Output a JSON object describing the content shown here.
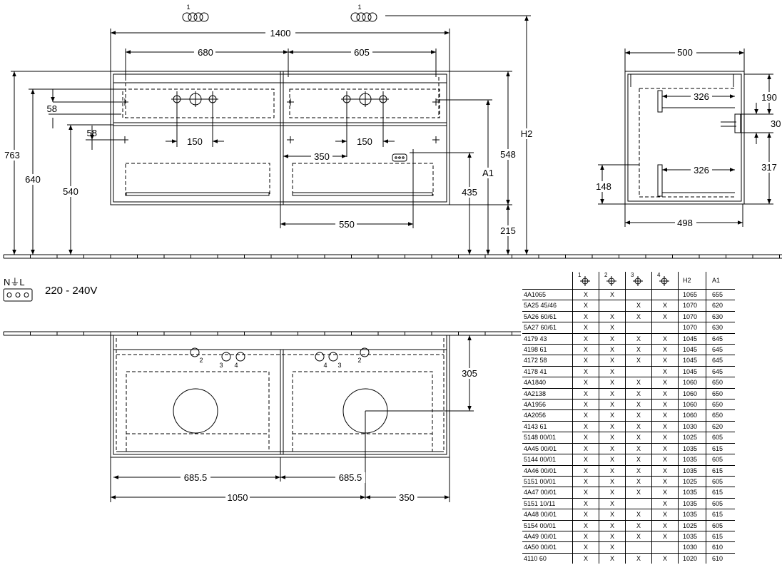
{
  "front_view": {
    "dims": {
      "total_width": "1400",
      "left_basin_width": "680",
      "right_basin_width": "605",
      "left_hole_spacing": "150",
      "right_hole_spacing": "150",
      "left_offset_top": "58",
      "left_offset_mid": "58",
      "socket_offset": "350",
      "socket_width": "550",
      "height_total": "763",
      "height_640": "640",
      "height_540": "540",
      "height_435": "435",
      "height_a1": "A1",
      "height_548": "548",
      "height_h2": "H2",
      "height_215": "215"
    },
    "callouts": {
      "left": "1",
      "right": "1"
    }
  },
  "side_view": {
    "dims": {
      "depth_top": "500",
      "depth_bottom": "498",
      "drawer_top": "326",
      "drawer_bottom": "326",
      "height_190": "190",
      "height_30": "30",
      "height_317": "317",
      "height_148": "148"
    }
  },
  "electrical": {
    "symbol_label": "N⏚L",
    "voltage": "220 - 240V"
  },
  "top_view": {
    "dims": {
      "depth": "305",
      "left_center": "685.5",
      "right_center": "685.5",
      "width_1050": "1050",
      "width_350": "350"
    },
    "hole_labels": {
      "l2": "2",
      "l3": "3",
      "l4": "4",
      "r4": "4",
      "r3": "3",
      "r2": "2"
    }
  },
  "table": {
    "headers": {
      "c1": "1",
      "c2": "2",
      "c3": "3",
      "c4": "4",
      "h2": "H2",
      "a1": "A1"
    },
    "rows": [
      {
        "model": "4A1065",
        "c1": "X",
        "c2": "X",
        "c3": "",
        "c4": "",
        "h2": "1065",
        "a1": "655"
      },
      {
        "model": "5A25 45/46",
        "c1": "X",
        "c2": "",
        "c3": "X",
        "c4": "X",
        "h2": "1070",
        "a1": "620"
      },
      {
        "model": "5A26 60/61",
        "c1": "X",
        "c2": "X",
        "c3": "X",
        "c4": "X",
        "h2": "1070",
        "a1": "630"
      },
      {
        "model": "5A27 60/61",
        "c1": "X",
        "c2": "X",
        "c3": "",
        "c4": "",
        "h2": "1070",
        "a1": "630"
      },
      {
        "model": "4179 43",
        "c1": "X",
        "c2": "X",
        "c3": "X",
        "c4": "X",
        "h2": "1045",
        "a1": "645"
      },
      {
        "model": "4198 61",
        "c1": "X",
        "c2": "X",
        "c3": "X",
        "c4": "X",
        "h2": "1045",
        "a1": "645"
      },
      {
        "model": "4172 58",
        "c1": "X",
        "c2": "X",
        "c3": "X",
        "c4": "X",
        "h2": "1045",
        "a1": "645"
      },
      {
        "model": "4178 41",
        "c1": "X",
        "c2": "X",
        "c3": "",
        "c4": "X",
        "h2": "1045",
        "a1": "645"
      },
      {
        "model": "4A1840",
        "c1": "X",
        "c2": "X",
        "c3": "X",
        "c4": "X",
        "h2": "1060",
        "a1": "650"
      },
      {
        "model": "4A2138",
        "c1": "X",
        "c2": "X",
        "c3": "X",
        "c4": "X",
        "h2": "1060",
        "a1": "650"
      },
      {
        "model": "4A1956",
        "c1": "X",
        "c2": "X",
        "c3": "X",
        "c4": "X",
        "h2": "1060",
        "a1": "650"
      },
      {
        "model": "4A2056",
        "c1": "X",
        "c2": "X",
        "c3": "X",
        "c4": "X",
        "h2": "1060",
        "a1": "650"
      },
      {
        "model": "4143 61",
        "c1": "X",
        "c2": "X",
        "c3": "X",
        "c4": "X",
        "h2": "1030",
        "a1": "620"
      },
      {
        "model": "5148 00/01",
        "c1": "X",
        "c2": "X",
        "c3": "X",
        "c4": "X",
        "h2": "1025",
        "a1": "605"
      },
      {
        "model": "4A45 00/01",
        "c1": "X",
        "c2": "X",
        "c3": "X",
        "c4": "X",
        "h2": "1035",
        "a1": "615"
      },
      {
        "model": "5144 00/01",
        "c1": "X",
        "c2": "X",
        "c3": "X",
        "c4": "X",
        "h2": "1035",
        "a1": "605"
      },
      {
        "model": "4A46 00/01",
        "c1": "X",
        "c2": "X",
        "c3": "X",
        "c4": "X",
        "h2": "1035",
        "a1": "615"
      },
      {
        "model": "5151 00/01",
        "c1": "X",
        "c2": "X",
        "c3": "X",
        "c4": "X",
        "h2": "1025",
        "a1": "605"
      },
      {
        "model": "4A47 00/01",
        "c1": "X",
        "c2": "X",
        "c3": "X",
        "c4": "X",
        "h2": "1035",
        "a1": "615"
      },
      {
        "model": "5151 10/11",
        "c1": "X",
        "c2": "X",
        "c3": "",
        "c4": "X",
        "h2": "1035",
        "a1": "605"
      },
      {
        "model": "4A48 00/01",
        "c1": "X",
        "c2": "X",
        "c3": "X",
        "c4": "X",
        "h2": "1035",
        "a1": "615"
      },
      {
        "model": "5154 00/01",
        "c1": "X",
        "c2": "X",
        "c3": "X",
        "c4": "X",
        "h2": "1025",
        "a1": "605"
      },
      {
        "model": "4A49 00/01",
        "c1": "X",
        "c2": "X",
        "c3": "X",
        "c4": "X",
        "h2": "1035",
        "a1": "615"
      },
      {
        "model": "4A50 00/01",
        "c1": "X",
        "c2": "X",
        "c3": "",
        "c4": "",
        "h2": "1030",
        "a1": "610"
      },
      {
        "model": "4110 60",
        "c1": "X",
        "c2": "X",
        "c3": "X",
        "c4": "X",
        "h2": "1020",
        "a1": "610"
      }
    ]
  }
}
